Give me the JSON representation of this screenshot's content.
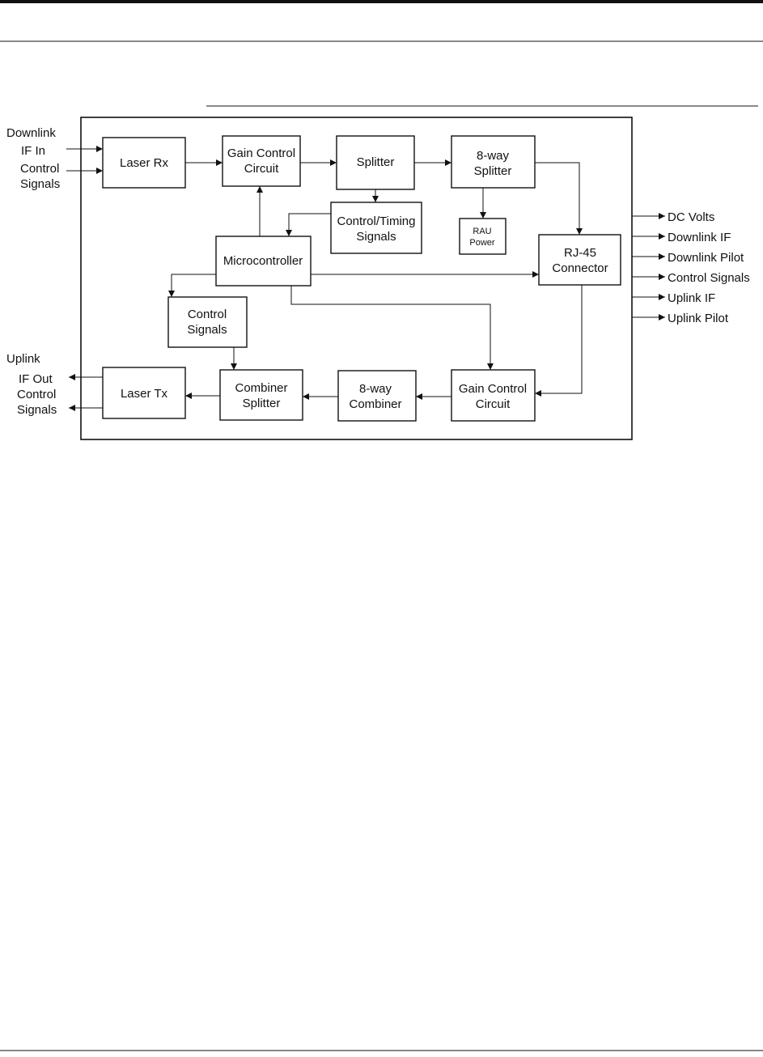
{
  "blocks": {
    "laser_rx": {
      "label": [
        "Laser Rx"
      ]
    },
    "gain_control_top": {
      "label": [
        "Gain Control",
        "Circuit"
      ]
    },
    "splitter": {
      "label": [
        "Splitter"
      ]
    },
    "eight_way_splitter": {
      "label": [
        "8-way",
        "Splitter"
      ]
    },
    "control_timing": {
      "label": [
        "Control/Timing",
        "Signals"
      ]
    },
    "rau_power": {
      "label": [
        "RAU",
        "Power"
      ]
    },
    "microcontroller": {
      "label": [
        "Microcontroller"
      ]
    },
    "rj45": {
      "label": [
        "RJ-45",
        "Connector"
      ]
    },
    "control_signals_block": {
      "label": [
        "Control",
        "Signals"
      ]
    },
    "laser_tx": {
      "label": [
        "Laser Tx"
      ]
    },
    "combiner_splitter": {
      "label": [
        "Combiner",
        "Splitter"
      ]
    },
    "eight_way_combiner": {
      "label": [
        "8-way",
        "Combiner"
      ]
    },
    "gain_control_bottom": {
      "label": [
        "Gain Control",
        "Circuit"
      ]
    }
  },
  "left_labels": {
    "downlink": "Downlink",
    "if_in": "IF In",
    "control": "Control",
    "signals": "Signals",
    "uplink": "Uplink",
    "if_out": "IF Out",
    "control_out": "Control",
    "signals_out": "Signals"
  },
  "right_labels": [
    "DC Volts",
    "Downlink IF",
    "Downlink Pilot",
    "Control Signals",
    "Uplink IF",
    "Uplink Pilot"
  ]
}
